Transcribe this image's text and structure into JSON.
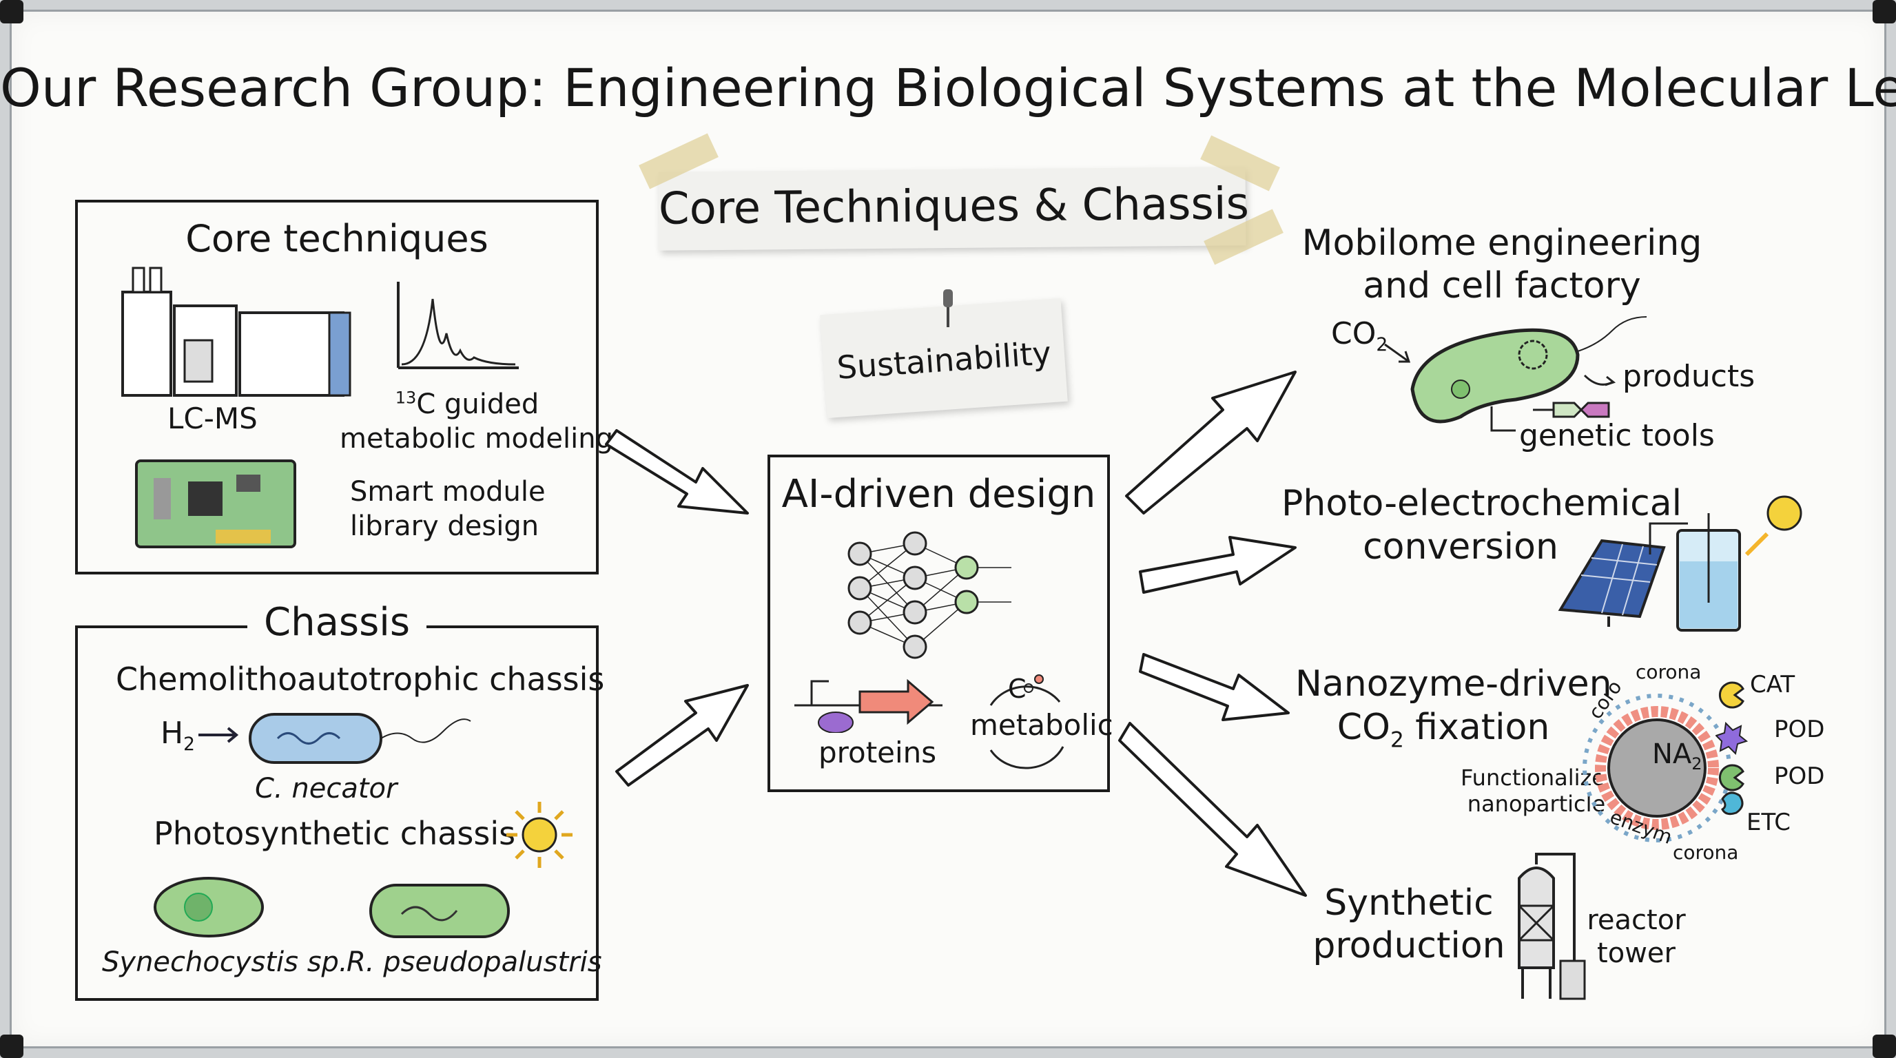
{
  "title": "Our Research Group: Engineering Biological Systems at the Molecular Level",
  "header_note": "Core Techniques & Chassis",
  "sticky_note": "Sustainability",
  "core_techniques": {
    "heading": "Core techniques",
    "lcms": "LC-MS",
    "modeling_sup": "13",
    "modeling_line1": "C guided",
    "modeling_line2": "metabolic modeling",
    "smart_line1": "Smart module",
    "smart_line2": "library design"
  },
  "chassis": {
    "heading": "Chassis",
    "chemo": "Chemolithoautotrophic chassis",
    "h2": "H",
    "h2_sub": "2",
    "c_necator": "C. necator",
    "photo": "Photosynthetic chassis",
    "synechocystis": "Synechocystis sp.",
    "rpseudo": "R. pseudopalustris"
  },
  "ai": {
    "heading": "AI-driven design",
    "proteins": "proteins",
    "metabolic": "metabolic",
    "co2_small": "C"
  },
  "outputs": {
    "mobilome": {
      "line1": "Mobilome engineering",
      "line2": "and cell factory",
      "co2": "CO",
      "co2_sub": "2",
      "products": "products",
      "genetic_tools": "genetic tools"
    },
    "photo": {
      "line1": "Photo-electrochemical",
      "line2": "conversion"
    },
    "nanozyme": {
      "line1": "Nanozyme-driven",
      "line2": "CO",
      "line2_sub": "2",
      "line2_rest": " fixation",
      "func1": "Functionalized",
      "func2": "nanoparticle",
      "core": "NA",
      "core_sub": "2",
      "corona_top": "corona",
      "coro": "coro",
      "enzym": "enzym",
      "corona_bottom": "corona",
      "cat": "CAT",
      "pod1": "POD",
      "pod2": "POD",
      "etc": "ETC"
    },
    "synthetic": {
      "line1": "Synthetic",
      "line2": "production",
      "reactor1": "reactor",
      "reactor2": "tower"
    }
  },
  "colors": {
    "green": "#9fd18d",
    "blue": "#a9cbe8",
    "yellow": "#f4d23c",
    "purple": "#8f6bdc",
    "pink": "#ef8f82"
  }
}
